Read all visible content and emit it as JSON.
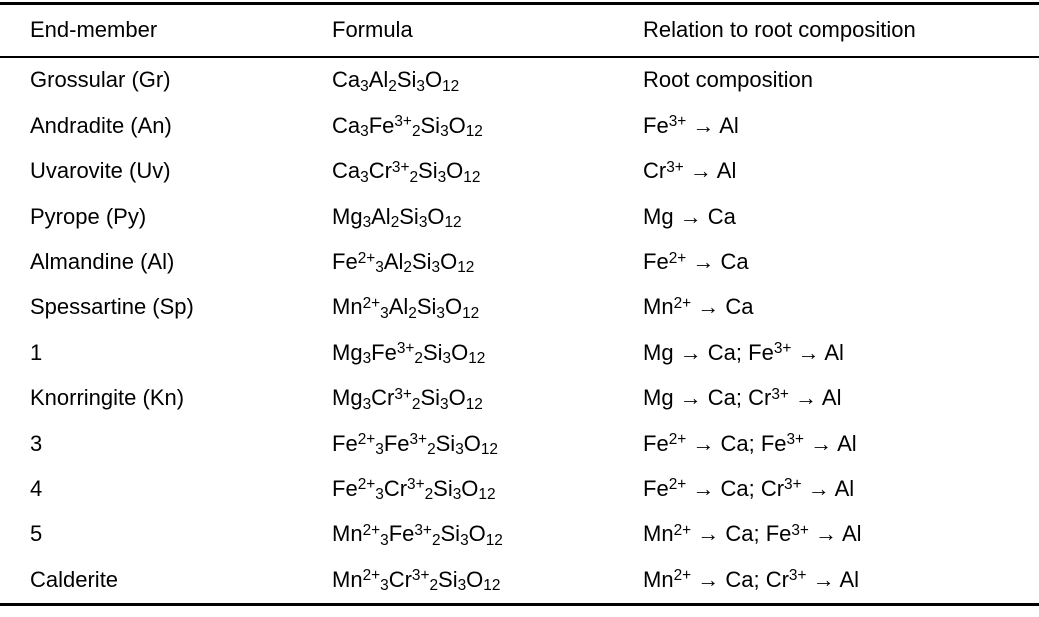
{
  "table": {
    "columns": [
      "End-member",
      "Formula",
      "Relation to root composition"
    ],
    "rows": [
      {
        "end_member": "Grossular (Gr)",
        "formula": "Ca_{3}Al_{2}Si_{3}O_{12}",
        "relation": "Root composition"
      },
      {
        "end_member": "Andradite (An)",
        "formula": "Ca_{3}Fe^{3+}_{2}Si_{3}O_{12}",
        "relation": "Fe^{3+} → Al"
      },
      {
        "end_member": "Uvarovite (Uv)",
        "formula": "Ca_{3}Cr^{3+}_{2}Si_{3}O_{12}",
        "relation": "Cr^{3+} → Al"
      },
      {
        "end_member": "Pyrope (Py)",
        "formula": "Mg_{3}Al_{2}Si_{3}O_{12}",
        "relation": "Mg → Ca"
      },
      {
        "end_member": "Almandine (Al)",
        "formula": "Fe^{2+}_{3}Al_{2}Si_{3}O_{12}",
        "relation": "Fe^{2+} → Ca"
      },
      {
        "end_member": "Spessartine (Sp)",
        "formula": "Mn^{2+}_{3}Al_{2}Si_{3}O_{12}",
        "relation": "Mn^{2+} → Ca"
      },
      {
        "end_member": "1",
        "formula": "Mg_{3}Fe^{3+}_{2}Si_{3}O_{12}",
        "relation": "Mg → Ca; Fe^{3+} → Al"
      },
      {
        "end_member": "Knorringite (Kn)",
        "formula": "Mg_{3}Cr^{3+}_{2}Si_{3}O_{12}",
        "relation": "Mg → Ca; Cr^{3+} → Al"
      },
      {
        "end_member": "3",
        "formula": "Fe^{2+}_{3}Fe^{3+}_{2}Si_{3}O_{12}",
        "relation": "Fe^{2+} → Ca; Fe^{3+} → Al"
      },
      {
        "end_member": "4",
        "formula": "Fe^{2+}_{3}Cr^{3+}_{2}Si_{3}O_{12}",
        "relation": "Fe^{2+} → Ca; Cr^{3+} → Al"
      },
      {
        "end_member": "5",
        "formula": "Mn^{2+}_{3}Fe^{3+}_{2}Si_{3}O_{12}",
        "relation": "Mn^{2+} → Ca; Fe^{3+} → Al"
      },
      {
        "end_member": "Calderite",
        "formula": "Mn^{2+}_{3}Cr^{3+}_{2}Si_{3}O_{12}",
        "relation": "Mn^{2+} → Ca; Cr^{3+} → Al"
      }
    ],
    "text_color": "#000000",
    "rule_color": "#000000",
    "background_color": "#ffffff"
  }
}
